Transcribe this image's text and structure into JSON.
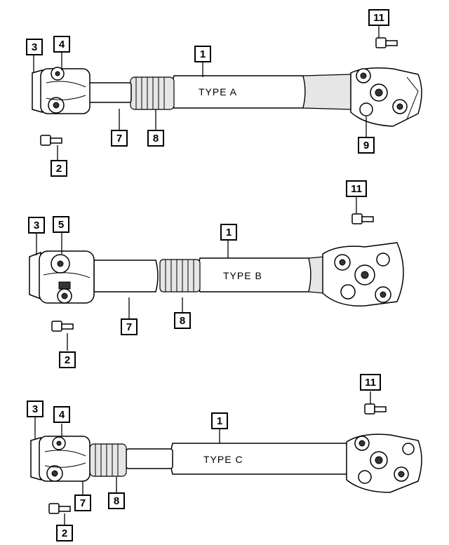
{
  "assemblies": [
    {
      "type_label": "TYPE  A",
      "callouts": [
        "3",
        "4",
        "1",
        "11",
        "7",
        "8",
        "9",
        "2"
      ]
    },
    {
      "type_label": "TYPE  B",
      "callouts": [
        "3",
        "5",
        "1",
        "11",
        "7",
        "8",
        "2"
      ]
    },
    {
      "type_label": "TYPE  C",
      "callouts": [
        "3",
        "4",
        "1",
        "11",
        "7",
        "8",
        "2"
      ]
    }
  ],
  "icons": [
    "driveshaft-illustration",
    "universal-joint-icon",
    "flange-yoke-icon",
    "bolt-icon",
    "boot-bellows-icon"
  ]
}
